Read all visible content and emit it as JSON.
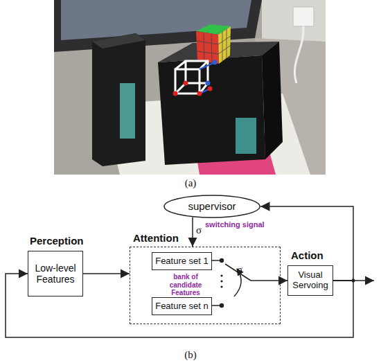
{
  "diagram": {
    "nodes": [
      {
        "text": [
          "supervisor"
        ]
      },
      {
        "text": [
          "Perception",
          "Low-level Features"
        ]
      },
      {
        "text": [
          "Attention",
          "bank of candidate Features"
        ]
      },
      {
        "text": [
          "Feature set 1"
        ],
        "in": 2
      },
      {
        "text": [
          "Feature set n"
        ],
        "in": 2
      },
      {
        "text": [
          "Action",
          "Visual Servoing"
        ]
      }
    ],
    "edges": [
      {
        "from": 0,
        "to": 2,
        "arrow": "to",
        "label": "σ"
      },
      {
        "from": 1,
        "to": 2,
        "arrow": "to"
      },
      {
        "from": 2,
        "to": 5,
        "arrow": "to"
      },
      {
        "from": 5,
        "to": 0,
        "arrow": "to"
      },
      {
        "from": 5,
        "to": 1,
        "arrow": "to"
      }
    ],
    "labels": [
      "(a)",
      "(b)",
      "switching signal",
      "σ"
    ]
  }
}
